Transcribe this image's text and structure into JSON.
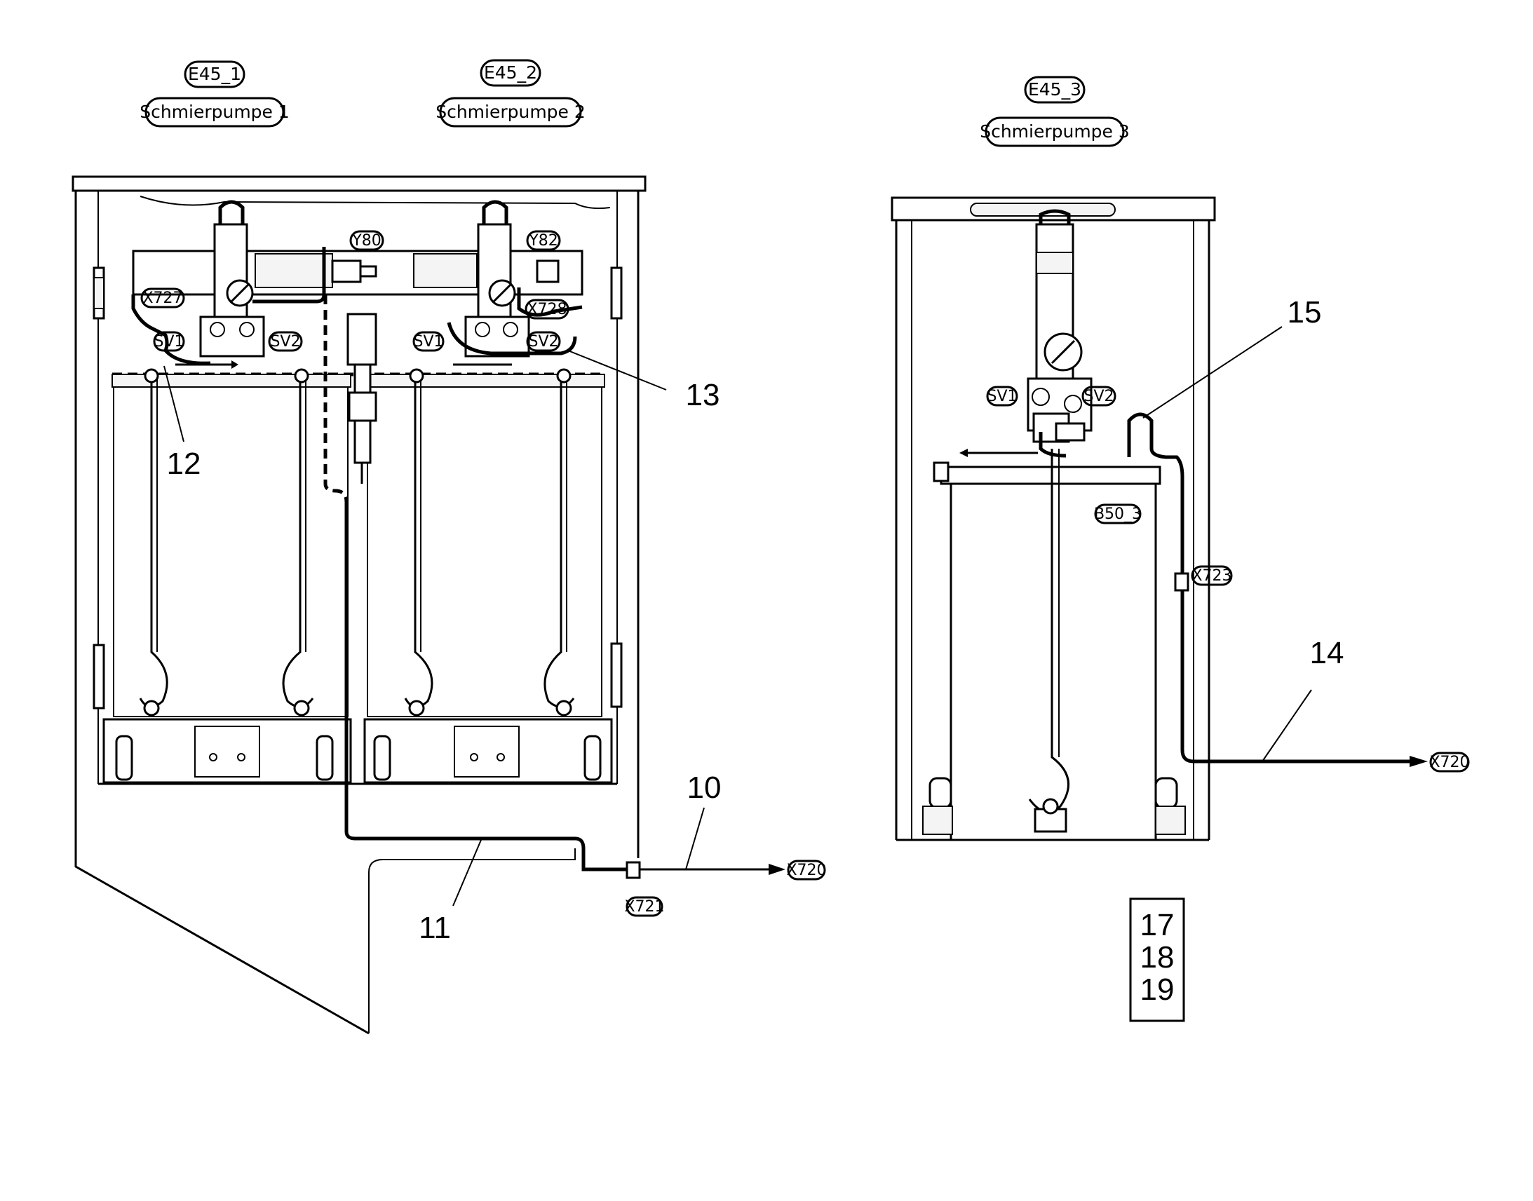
{
  "units": {
    "e45_1": {
      "id": "E45_1",
      "name": "Schmierpumpe 1"
    },
    "e45_2": {
      "id": "E45_2",
      "name": "Schmierpumpe 2"
    },
    "e45_3": {
      "id": "E45_3",
      "name": "Schmierpumpe 3"
    }
  },
  "tags": {
    "y80": "Y80",
    "y82": "Y82",
    "x727": "X727",
    "x728": "X728",
    "sv1_a": "SV1",
    "sv2_a": "SV2",
    "sv1_b": "SV1",
    "sv2_b": "SV2",
    "sv1_c": "SV1",
    "sv2_c": "SV2",
    "b50_3": "B50_3",
    "x723": "X723",
    "x720_left": "X720",
    "x720_right": "X720",
    "x721": "X721"
  },
  "callouts": {
    "c10": "10",
    "c11": "11",
    "c12": "12",
    "c13": "13",
    "c14": "14",
    "c15": "15"
  },
  "reference_box": {
    "line1": "17",
    "line2": "18",
    "line3": "19"
  }
}
